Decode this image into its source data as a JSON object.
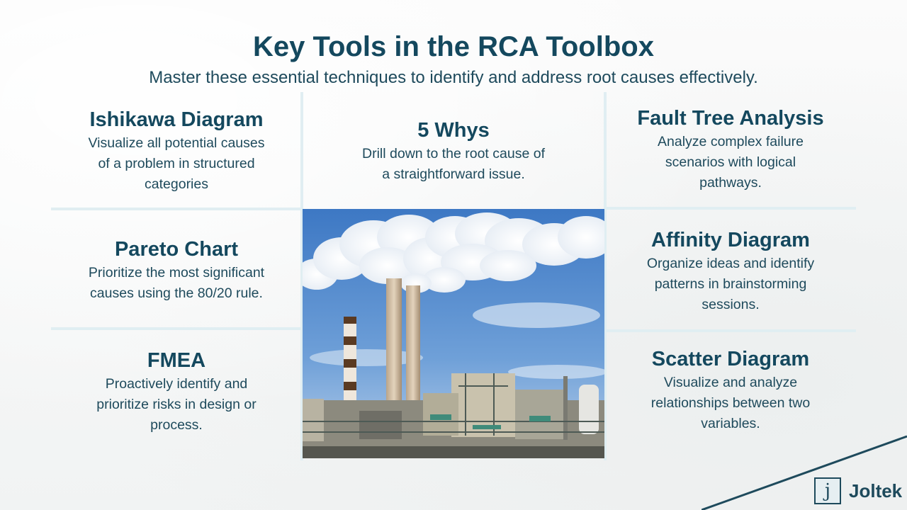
{
  "header": {
    "title": "Key Tools in the RCA Toolbox",
    "subtitle": "Master these essential techniques to identify and address root causes effectively."
  },
  "tools": {
    "ishikawa": {
      "name": "Ishikawa Diagram",
      "lines": [
        "Visualize all potential causes",
        "of a problem in structured",
        "categories"
      ]
    },
    "five_whys": {
      "name": "5 Whys",
      "lines": [
        "Drill down to the root cause of",
        "a straightforward issue."
      ]
    },
    "fault_tree": {
      "name": "Fault Tree Analysis",
      "lines": [
        "Analyze complex failure",
        "scenarios with logical",
        "pathways."
      ]
    },
    "pareto": {
      "name": "Pareto Chart",
      "lines": [
        "Prioritize the most significant",
        "causes using the 80/20 rule."
      ]
    },
    "affinity": {
      "name": "Affinity Diagram",
      "lines": [
        "Organize ideas and identify",
        "patterns in brainstorming",
        "sessions."
      ]
    },
    "fmea": {
      "name": "FMEA",
      "lines": [
        "Proactively identify and",
        "prioritize risks in design or",
        "process."
      ]
    },
    "scatter": {
      "name": "Scatter Diagram",
      "lines": [
        "Visualize and analyze",
        "relationships between two",
        "variables."
      ]
    }
  },
  "brand": {
    "name": "Joltek",
    "mark": "j"
  },
  "colors": {
    "heading": "#14485e",
    "text": "#1e4a5c",
    "grid": "#e0eef2",
    "accent_line": "#1e4a5c"
  },
  "photo": {
    "icon": "power-plant-smokestacks-image"
  }
}
